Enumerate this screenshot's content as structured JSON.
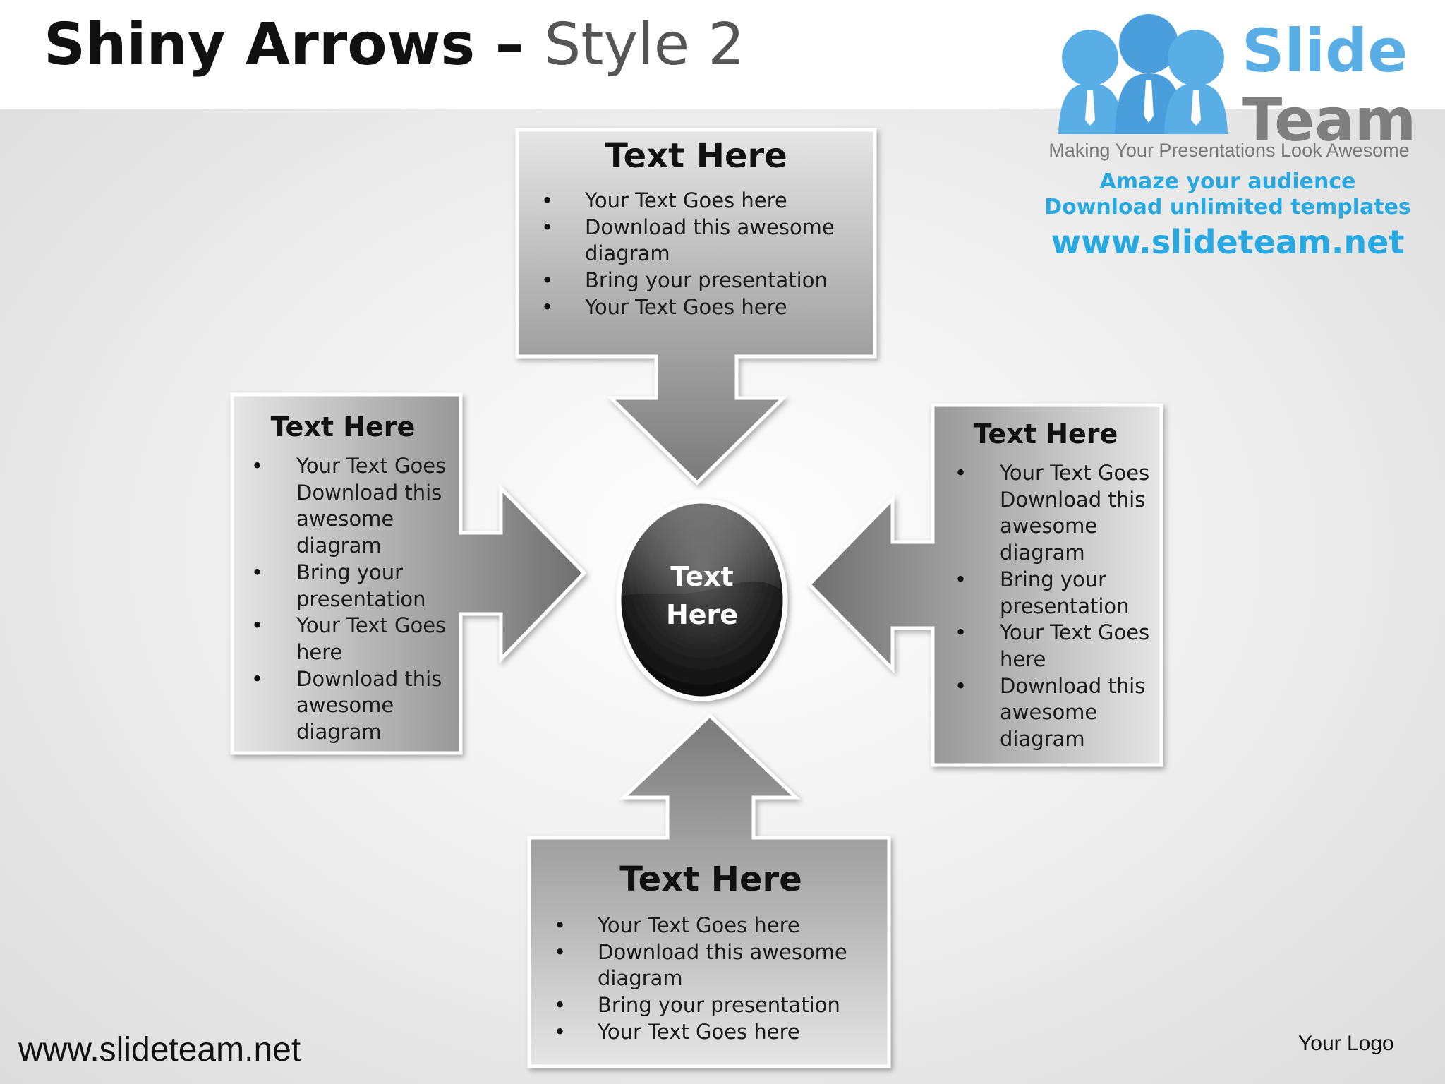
{
  "title": {
    "main": "Shiny Arrows – ",
    "sub": "Style 2"
  },
  "center": {
    "text": "Text\nHere"
  },
  "boxes": {
    "top": {
      "heading": "Text Here",
      "bullets": [
        "Your Text Goes here",
        "Download this awesome",
        "diagram",
        "Bring your presentation",
        "Your Text Goes here"
      ]
    },
    "left": {
      "heading": "Text Here",
      "bullets": [
        "Your Text Goes",
        "Download this",
        "awesome",
        "diagram",
        "Bring your",
        "presentation",
        "Your Text Goes",
        "here",
        "Download this",
        "awesome",
        "diagram"
      ]
    },
    "right": {
      "heading": "Text Here",
      "bullets": [
        "Your Text Goes",
        "Download this",
        "awesome",
        "diagram",
        "Bring your",
        "presentation",
        "Your Text Goes",
        "here",
        "Download this",
        "awesome",
        "diagram"
      ]
    },
    "bottom": {
      "heading": "Text Here",
      "bullets": [
        "Your Text Goes here",
        "Download this awesome",
        "diagram",
        "Bring your presentation",
        "Your Text Goes here"
      ]
    }
  },
  "brand": {
    "slide": "Slide",
    "team": "Team",
    "tagline": "Making Your Presentations Look Awesome",
    "promo1": "Amaze your audience",
    "promo2": "Download unlimited templates",
    "promo3": "www.slideteam.net"
  },
  "footer": {
    "url": "www.slideteam.net",
    "logo": "Your Logo"
  },
  "colors": {
    "promo": "#27a8e0",
    "brand_blue": "#5aaee6",
    "brand_gray": "#7f7f7f"
  }
}
